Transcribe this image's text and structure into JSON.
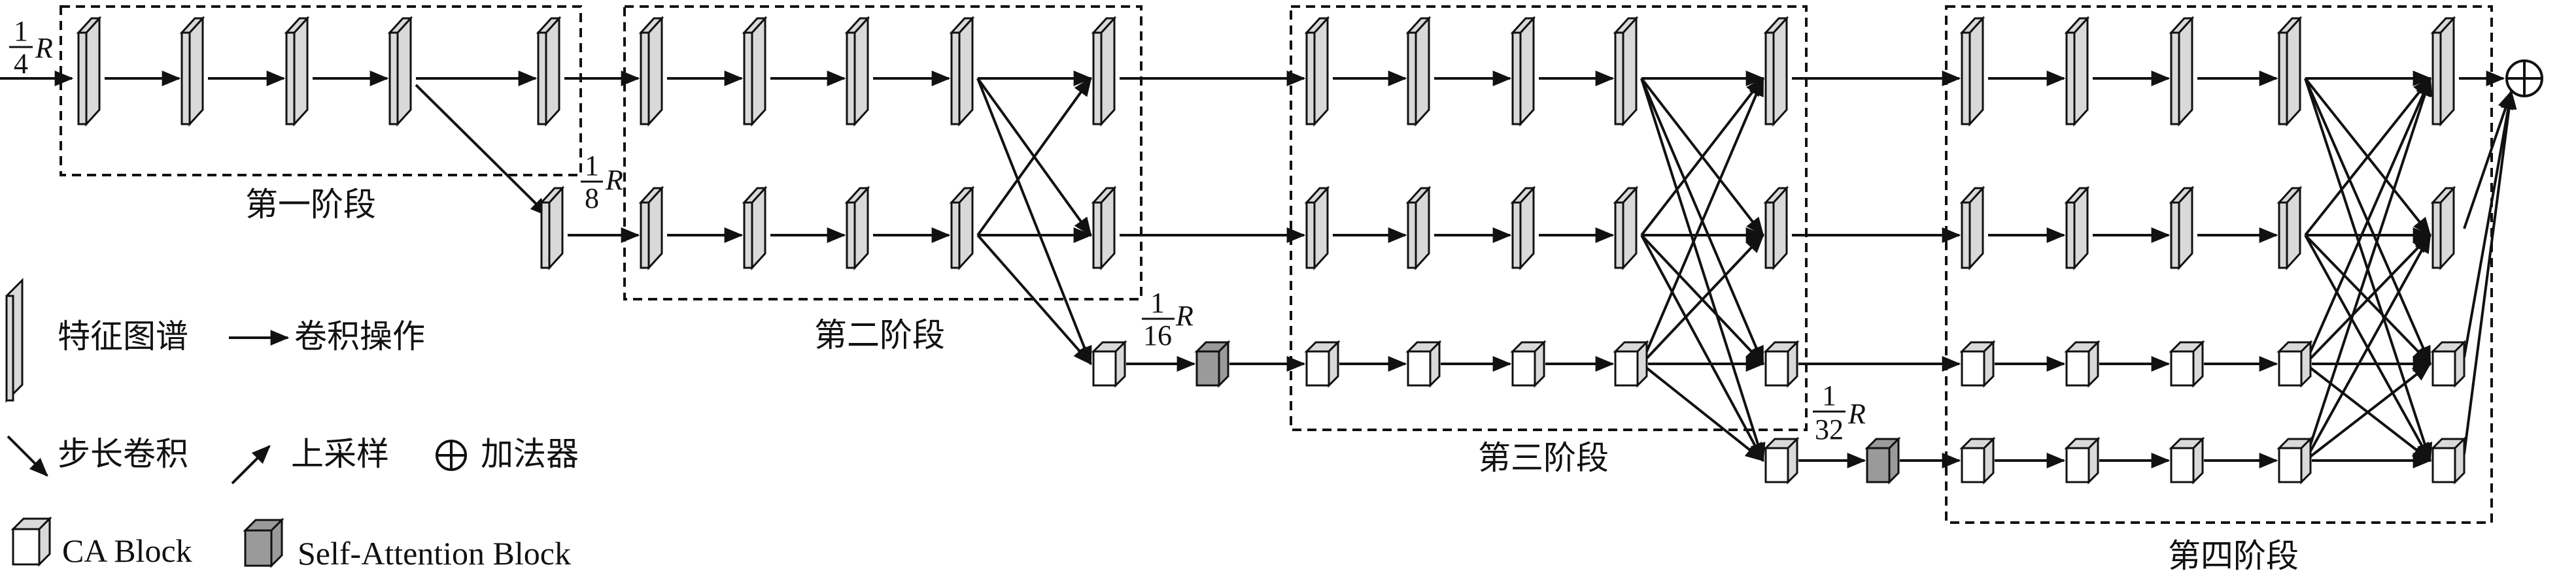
{
  "stages": {
    "stage1": "第一阶段",
    "stage2": "第二阶段",
    "stage3": "第三阶段",
    "stage4": "第四阶段"
  },
  "resolutions": {
    "quarter": {
      "num": "1",
      "den": "4",
      "var": "R"
    },
    "eighth": {
      "num": "1",
      "den": "8",
      "var": "R"
    },
    "sixteenth": {
      "num": "1",
      "den": "16",
      "var": "R"
    },
    "thirtysecond": {
      "num": "1",
      "den": "32",
      "var": "R"
    }
  },
  "legend": {
    "feature_map": "特征图谱",
    "conv_op": "卷积操作",
    "strided_conv": "步长卷积",
    "upsample": "上采样",
    "adder_symbol": "⊕",
    "adder": "加法器",
    "ca_block": "CA Block",
    "sa_block": "Self-Attention Block"
  },
  "colors": {
    "block_fill": "#d9d9d9",
    "sa_fill": "#9a9a9a",
    "line": "#111111"
  }
}
